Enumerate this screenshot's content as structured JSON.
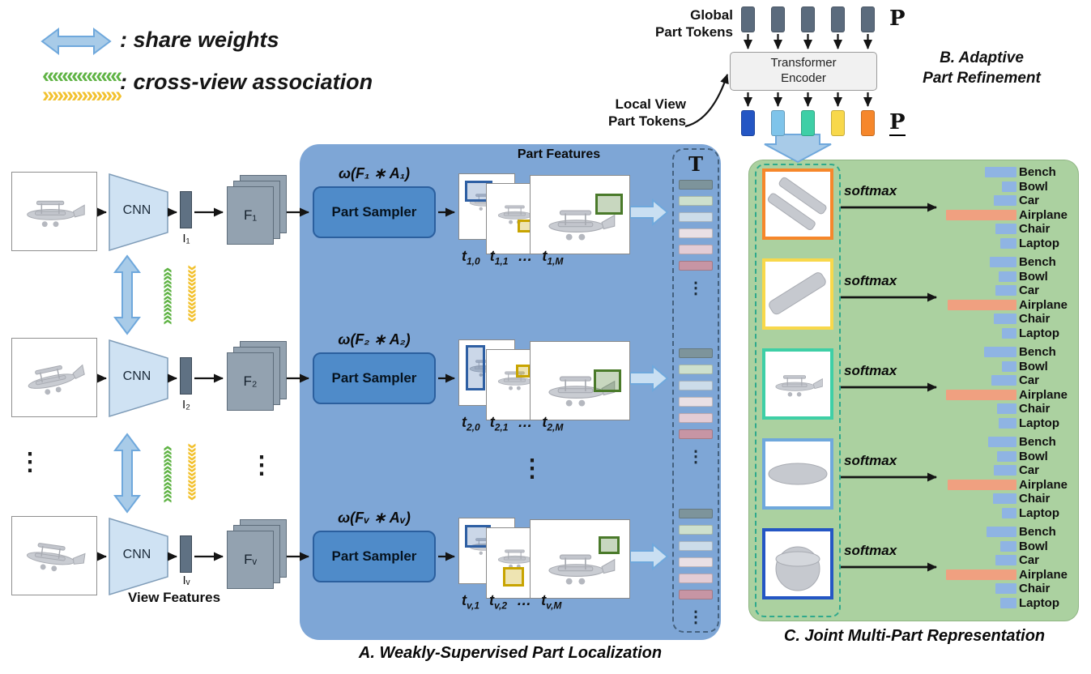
{
  "legend": {
    "share_weights_label": ": share weights",
    "cross_view_label": ": cross-view association",
    "green_chevrons": "««««««««",
    "yellow_chevrons": "»»»»»»»»",
    "vertical_chevrons": "«««««««"
  },
  "pipeline": {
    "view_features_label": "View Features",
    "ellipsis": "⋮",
    "rows": [
      {
        "cnn_label": "CNN",
        "i_label": "I₁",
        "f_label": "F₁",
        "formula": "ω(F₁ ∗ A₁)",
        "sampler_label": "Part Sampler",
        "t_labels": [
          {
            "b": "t",
            "s": "1,0"
          },
          {
            "b": "t",
            "s": "1,1"
          },
          {
            "b": "…",
            "s": ""
          },
          {
            "b": "t",
            "s": "1,M"
          }
        ]
      },
      {
        "cnn_label": "CNN",
        "i_label": "I₂",
        "f_label": "F₂",
        "formula": "ω(F₂ ∗ A₂)",
        "sampler_label": "Part Sampler",
        "t_labels": [
          {
            "b": "t",
            "s": "2,0"
          },
          {
            "b": "t",
            "s": "2,1"
          },
          {
            "b": "…",
            "s": ""
          },
          {
            "b": "t",
            "s": "2,M"
          }
        ]
      },
      {
        "cnn_label": "CNN",
        "i_label": "Iᵥ",
        "f_label": "Fᵥ",
        "formula": "ω(Fᵥ ∗ Aᵥ)",
        "sampler_label": "Part Sampler",
        "t_labels": [
          {
            "b": "t",
            "s": "v,1"
          },
          {
            "b": "t",
            "s": "v,2"
          },
          {
            "b": "…",
            "s": ""
          },
          {
            "b": "t",
            "s": "v,M"
          }
        ]
      }
    ]
  },
  "section_a": {
    "title": "A. Weakly-Supervised Part Localization",
    "part_features_label": "Part Features",
    "token_column_label": "T",
    "bg_color": "#7ea6d6",
    "sampler_color": "#4f8bc9",
    "token_colors": [
      "#7d949b",
      "#cde0cd",
      "#ccdce9",
      "#e9e0e5",
      "#e3ccd5",
      "#c795a4"
    ]
  },
  "section_b": {
    "title": "B. Adaptive\nPart Refinement",
    "global_tokens_label": "Global\nPart Tokens",
    "local_tokens_label": "Local View\nPart Tokens",
    "transformer_label": "Transformer\nEncoder",
    "p_in_label": "P",
    "p_out_label": "P",
    "input_token_color": "#5b6b7d",
    "output_token_colors": [
      "#2456c4",
      "#7fc4ea",
      "#3ecfa6",
      "#f8d84b",
      "#f6872b"
    ]
  },
  "section_c": {
    "title": "C. Joint Multi-Part Representation",
    "softmax_label": "softmax",
    "bg_color": "#abd1a0",
    "bar_color": "#8fb4e3",
    "highlight_color": "#f0a080",
    "highlight_category": "Airplane",
    "categories": [
      "Bench",
      "Bowl",
      "Car",
      "Airplane",
      "Chair",
      "Laptop"
    ],
    "rows": [
      {
        "border_color": "#f6872b",
        "values": [
          0.42,
          0.2,
          0.3,
          0.95,
          0.28,
          0.22
        ]
      },
      {
        "border_color": "#f8d84b",
        "values": [
          0.36,
          0.24,
          0.28,
          0.92,
          0.3,
          0.2
        ]
      },
      {
        "border_color": "#3ecfa6",
        "values": [
          0.44,
          0.2,
          0.34,
          0.95,
          0.26,
          0.24
        ]
      },
      {
        "border_color": "#6fa8dc",
        "values": [
          0.38,
          0.26,
          0.3,
          0.92,
          0.32,
          0.2
        ]
      },
      {
        "border_color": "#2456c4",
        "values": [
          0.4,
          0.22,
          0.28,
          0.95,
          0.28,
          0.22
        ]
      }
    ]
  }
}
